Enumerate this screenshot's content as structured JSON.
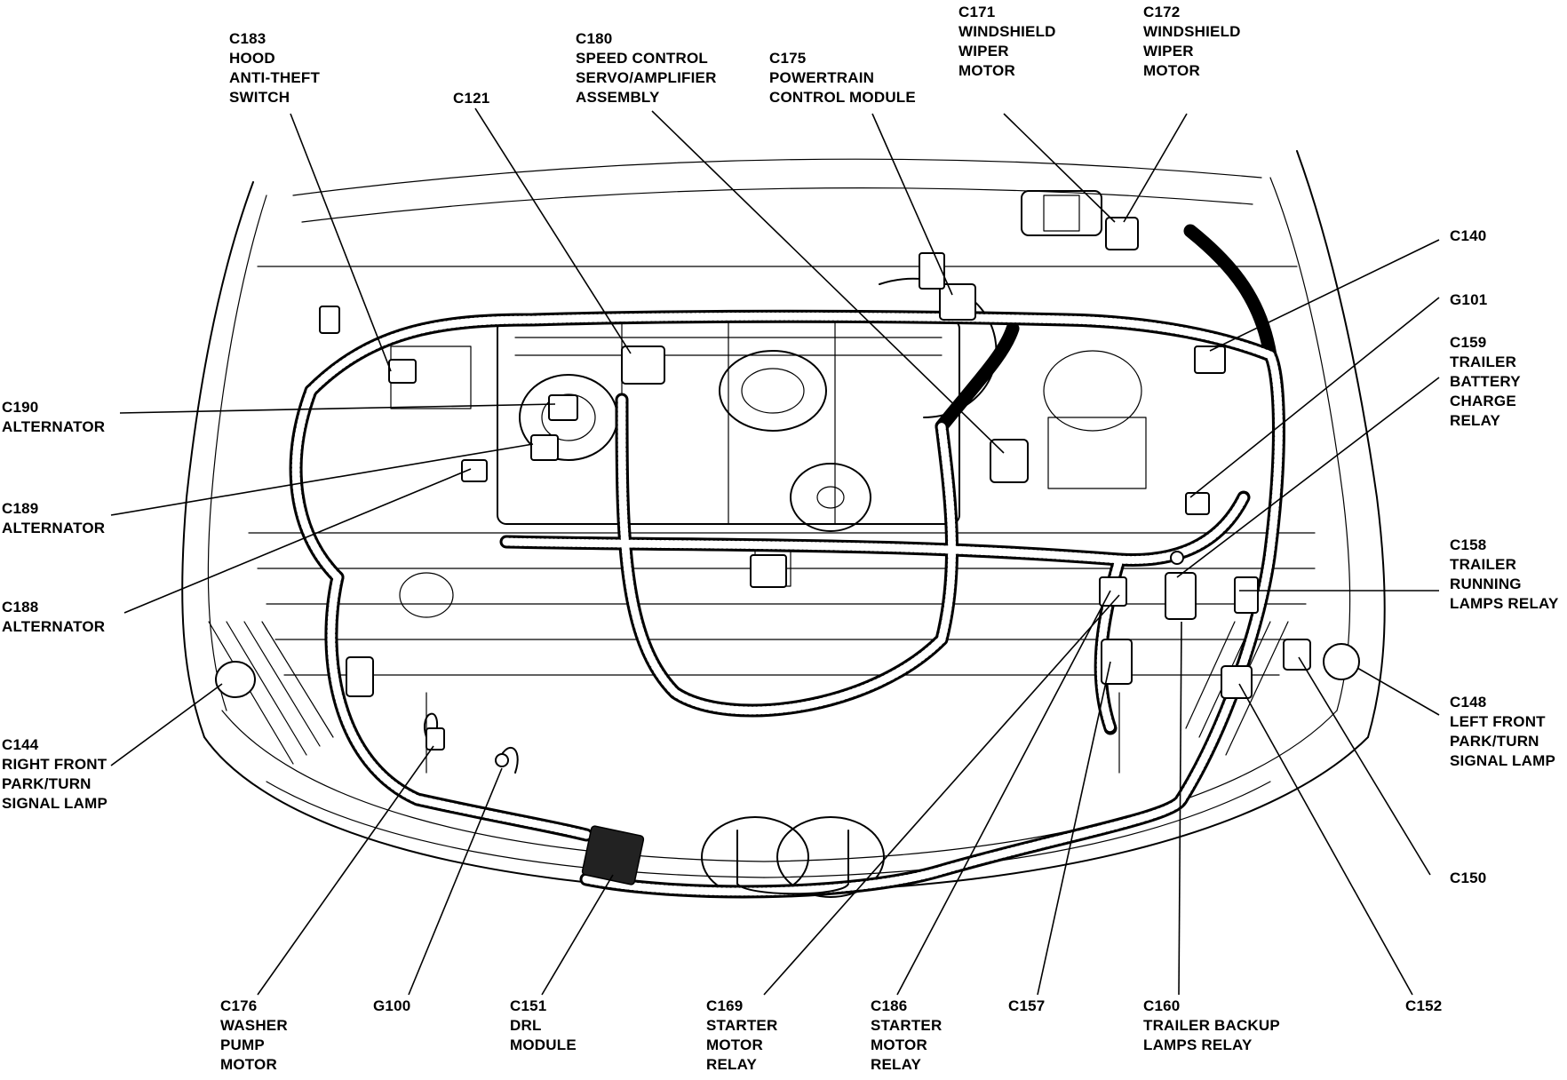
{
  "callouts": [
    {
      "id": "c183",
      "lines": [
        "C183",
        "HOOD",
        "ANTI-THEFT",
        "SWITCH"
      ]
    },
    {
      "id": "c121",
      "lines": [
        "C121"
      ]
    },
    {
      "id": "c180",
      "lines": [
        "C180",
        "SPEED CONTROL",
        "SERVO/AMPLIFIER",
        "ASSEMBLY"
      ]
    },
    {
      "id": "c175",
      "lines": [
        "C175",
        "POWERTRAIN",
        "CONTROL MODULE"
      ]
    },
    {
      "id": "c171",
      "lines": [
        "C171",
        "WINDSHIELD",
        "WIPER",
        "MOTOR"
      ]
    },
    {
      "id": "c172",
      "lines": [
        "C172",
        "WINDSHIELD",
        "WIPER",
        "MOTOR"
      ]
    },
    {
      "id": "c140",
      "lines": [
        "C140"
      ]
    },
    {
      "id": "g101",
      "lines": [
        "G101"
      ]
    },
    {
      "id": "c159",
      "lines": [
        "C159",
        "TRAILER",
        "BATTERY",
        "CHARGE",
        "RELAY"
      ]
    },
    {
      "id": "c158",
      "lines": [
        "C158",
        "TRAILER",
        "RUNNING",
        "LAMPS RELAY"
      ]
    },
    {
      "id": "c148",
      "lines": [
        "C148",
        "LEFT FRONT",
        "PARK/TURN",
        "SIGNAL LAMP"
      ]
    },
    {
      "id": "c150",
      "lines": [
        "C150"
      ]
    },
    {
      "id": "c152",
      "lines": [
        "C152"
      ]
    },
    {
      "id": "c160",
      "lines": [
        "C160",
        "TRAILER BACKUP",
        "LAMPS RELAY"
      ]
    },
    {
      "id": "c157",
      "lines": [
        "C157"
      ]
    },
    {
      "id": "c186",
      "lines": [
        "C186",
        "STARTER",
        "MOTOR",
        "RELAY"
      ]
    },
    {
      "id": "c169",
      "lines": [
        "C169",
        "STARTER",
        "MOTOR",
        "RELAY"
      ]
    },
    {
      "id": "c151",
      "lines": [
        "C151",
        "DRL",
        "MODULE"
      ]
    },
    {
      "id": "g100",
      "lines": [
        "G100"
      ]
    },
    {
      "id": "c176",
      "lines": [
        "C176",
        "WASHER",
        "PUMP",
        "MOTOR"
      ]
    },
    {
      "id": "c144",
      "lines": [
        "C144",
        "RIGHT FRONT",
        "PARK/TURN",
        "SIGNAL LAMP"
      ]
    },
    {
      "id": "c188",
      "lines": [
        "C188",
        "ALTERNATOR"
      ]
    },
    {
      "id": "c189",
      "lines": [
        "C189",
        "ALTERNATOR"
      ]
    },
    {
      "id": "c190",
      "lines": [
        "C190",
        "ALTERNATOR"
      ]
    }
  ]
}
